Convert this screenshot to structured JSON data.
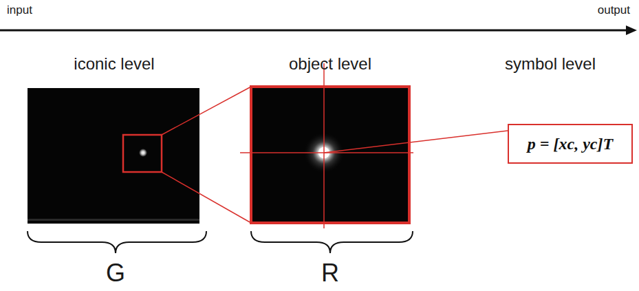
{
  "diagram": {
    "nodes": [
      {
        "text": [
          "p = [xc, yc]T"
        ]
      }
    ],
    "labels": [
      "input",
      "output",
      "iconic level",
      "object level",
      "symbol level",
      "G",
      "R"
    ]
  }
}
